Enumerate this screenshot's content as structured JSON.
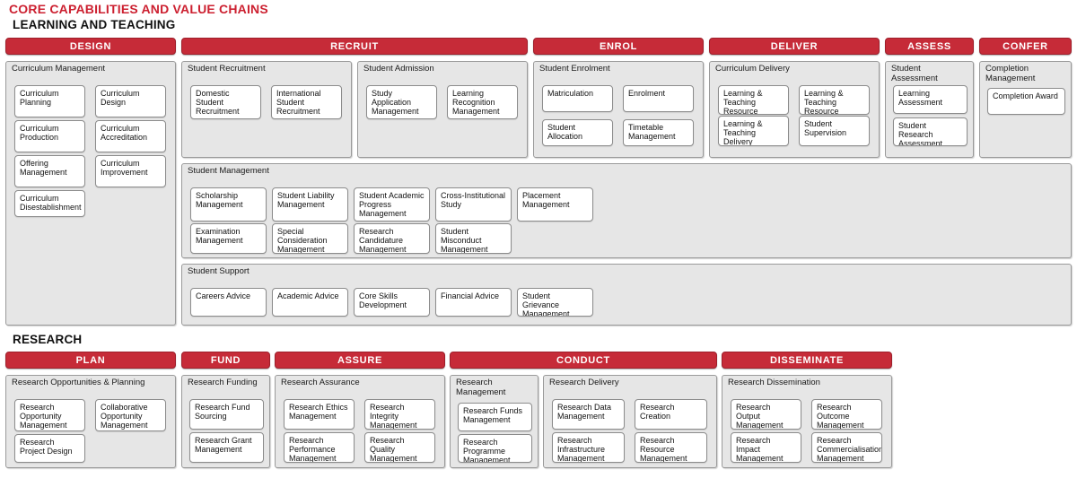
{
  "document": {
    "title": "CORE CAPABILITIES AND VALUE CHAINS",
    "title_color": "#CC2030",
    "accent_color": "#C62B38",
    "panel_color": "#E6E6E6",
    "card_color": "#FFFFFF"
  },
  "sections": [
    {
      "id": "learning-and-teaching",
      "label": "LEARNING AND TEACHING",
      "stages": [
        {
          "id": "design",
          "label": "DESIGN"
        },
        {
          "id": "recruit",
          "label": "RECRUIT"
        },
        {
          "id": "enrol",
          "label": "ENROL"
        },
        {
          "id": "deliver",
          "label": "DELIVER"
        },
        {
          "id": "assess",
          "label": "ASSESS"
        },
        {
          "id": "confer",
          "label": "CONFER"
        }
      ],
      "groups": [
        {
          "id": "curriculum-management",
          "label": "Curriculum Management",
          "capabilities": [
            "Curriculum Planning",
            "Curriculum Design",
            "Curriculum Production",
            "Curriculum Accreditation",
            "Offering Management",
            "Curriculum Improvement",
            "Curriculum Disestablishment"
          ]
        },
        {
          "id": "student-recruitment",
          "label": "Student Recruitment",
          "capabilities": [
            "Domestic Student Recruitment",
            "International Student Recruitment"
          ]
        },
        {
          "id": "student-admission",
          "label": "Student Admission",
          "capabilities": [
            "Study Application Management",
            "Learning Recognition Management"
          ]
        },
        {
          "id": "student-enrolment",
          "label": "Student Enrolment",
          "capabilities": [
            "Matriculation",
            "Enrolment",
            "Student Allocation",
            "Timetable Management"
          ]
        },
        {
          "id": "curriculum-delivery",
          "label": "Curriculum Delivery",
          "capabilities": [
            "Learning & Teaching Resource Preparation",
            "Learning & Teaching Resource Management",
            "Learning & Teaching Delivery",
            "Student Supervision"
          ]
        },
        {
          "id": "student-assessment",
          "label": "Student Assessment",
          "capabilities": [
            "Learning Assessment",
            "Student Research Assessment"
          ]
        },
        {
          "id": "completion-management",
          "label": "Completion Management",
          "capabilities": [
            "Completion Award"
          ]
        },
        {
          "id": "student-management",
          "label": "Student Management",
          "capabilities": [
            "Scholarship Management",
            "Student Liability Management",
            "Student Academic Progress Management",
            "Cross-Institutional Study",
            "Placement Management",
            "Examination Management",
            "Special Consideration Management",
            "Research Candidature Management",
            "Student Misconduct Management"
          ]
        },
        {
          "id": "student-support",
          "label": "Student Support",
          "capabilities": [
            "Careers Advice",
            "Academic Advice",
            "Core Skills Development",
            "Financial Advice",
            "Student Grievance Management"
          ]
        }
      ]
    },
    {
      "id": "research",
      "label": "RESEARCH",
      "stages": [
        {
          "id": "plan",
          "label": "PLAN"
        },
        {
          "id": "fund",
          "label": "FUND"
        },
        {
          "id": "assure",
          "label": "ASSURE"
        },
        {
          "id": "conduct",
          "label": "CONDUCT"
        },
        {
          "id": "disseminate",
          "label": "DISSEMINATE"
        }
      ],
      "groups": [
        {
          "id": "research-opportunities-and-planning",
          "label": "Research Opportunities & Planning",
          "capabilities": [
            "Research Opportunity Management",
            "Collaborative Opportunity Management",
            "Research Project Design"
          ]
        },
        {
          "id": "research-funding",
          "label": "Research Funding",
          "capabilities": [
            "Research Fund Sourcing",
            "Research Grant Management"
          ]
        },
        {
          "id": "research-assurance",
          "label": "Research Assurance",
          "capabilities": [
            "Research Ethics Management",
            "Research Integrity Management",
            "Research Performance Management",
            "Research Quality Management"
          ]
        },
        {
          "id": "research-management",
          "label": "Research Management",
          "capabilities": [
            "Research Funds Management",
            "Research Programme Management"
          ]
        },
        {
          "id": "research-delivery",
          "label": "Research Delivery",
          "capabilities": [
            "Research Data Management",
            "Research Creation",
            "Research Infrastructure Management",
            "Research Resource Management"
          ]
        },
        {
          "id": "research-dissemination",
          "label": "Research Dissemination",
          "capabilities": [
            "Research Output Management",
            "Research Outcome Management",
            "Research Impact Management",
            "Research Commercialisation Management"
          ]
        }
      ]
    }
  ]
}
